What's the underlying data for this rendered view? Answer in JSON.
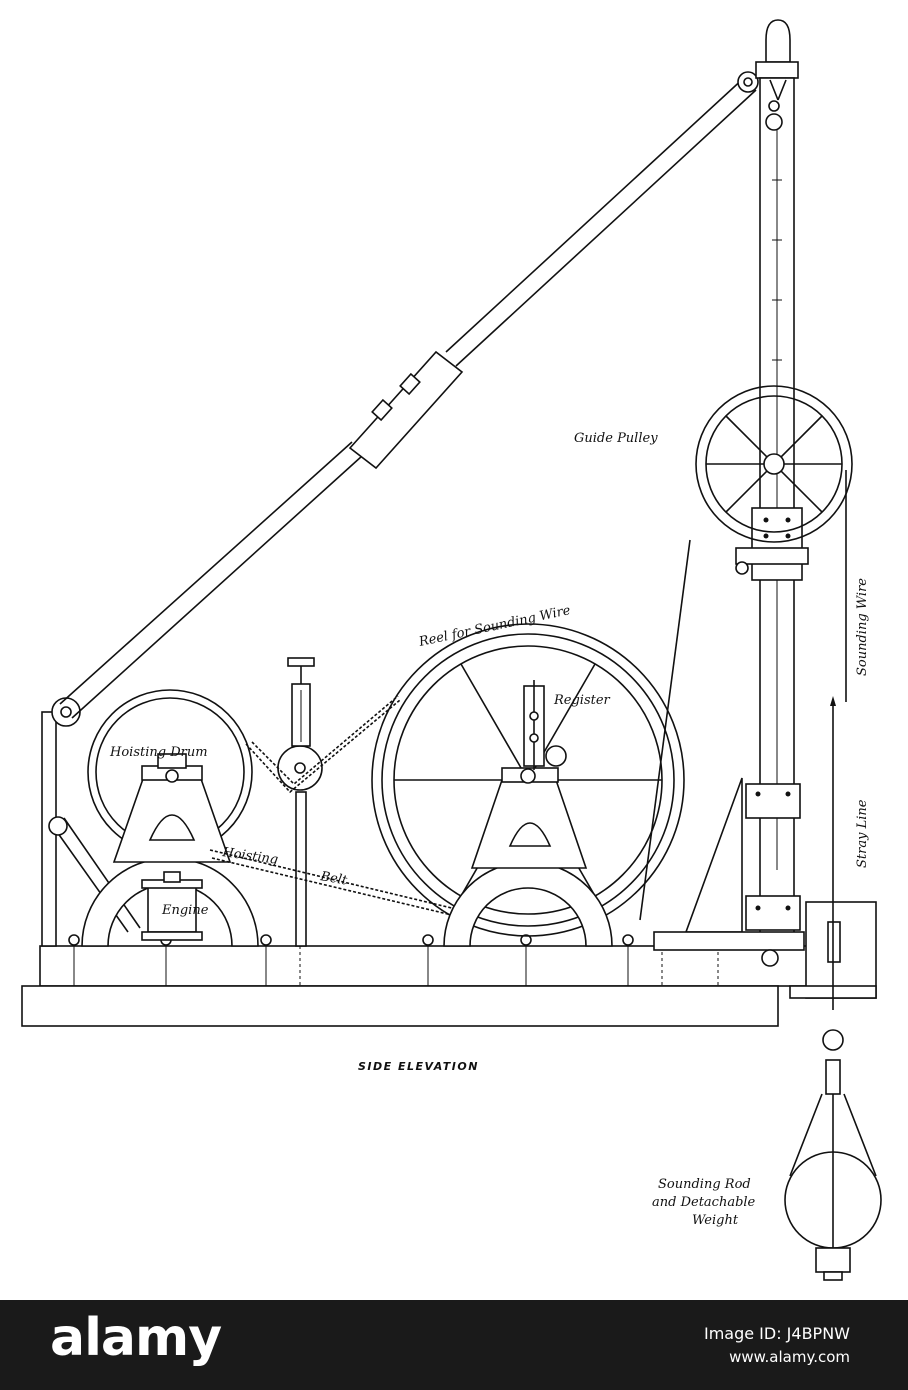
{
  "figure": {
    "caption": "SIDE ELEVATION",
    "labels": {
      "guide_pulley": "Guide Pulley",
      "reel": "Reel for Sounding Wire",
      "register": "Register",
      "hoisting_drum": "Hoisting Drum",
      "hoisting": "Hoisting",
      "belt": "Belt",
      "engine": "Engine",
      "sounding_wire": "Sounding Wire",
      "stray_line": "Stray Line",
      "rod_line1": "Sounding Rod",
      "rod_line2": "and Detachable",
      "rod_line3": "Weight"
    }
  },
  "watermark": {
    "brand": "alamy",
    "image_id": "Image ID: J4BPNW",
    "url": "www.alamy.com"
  }
}
